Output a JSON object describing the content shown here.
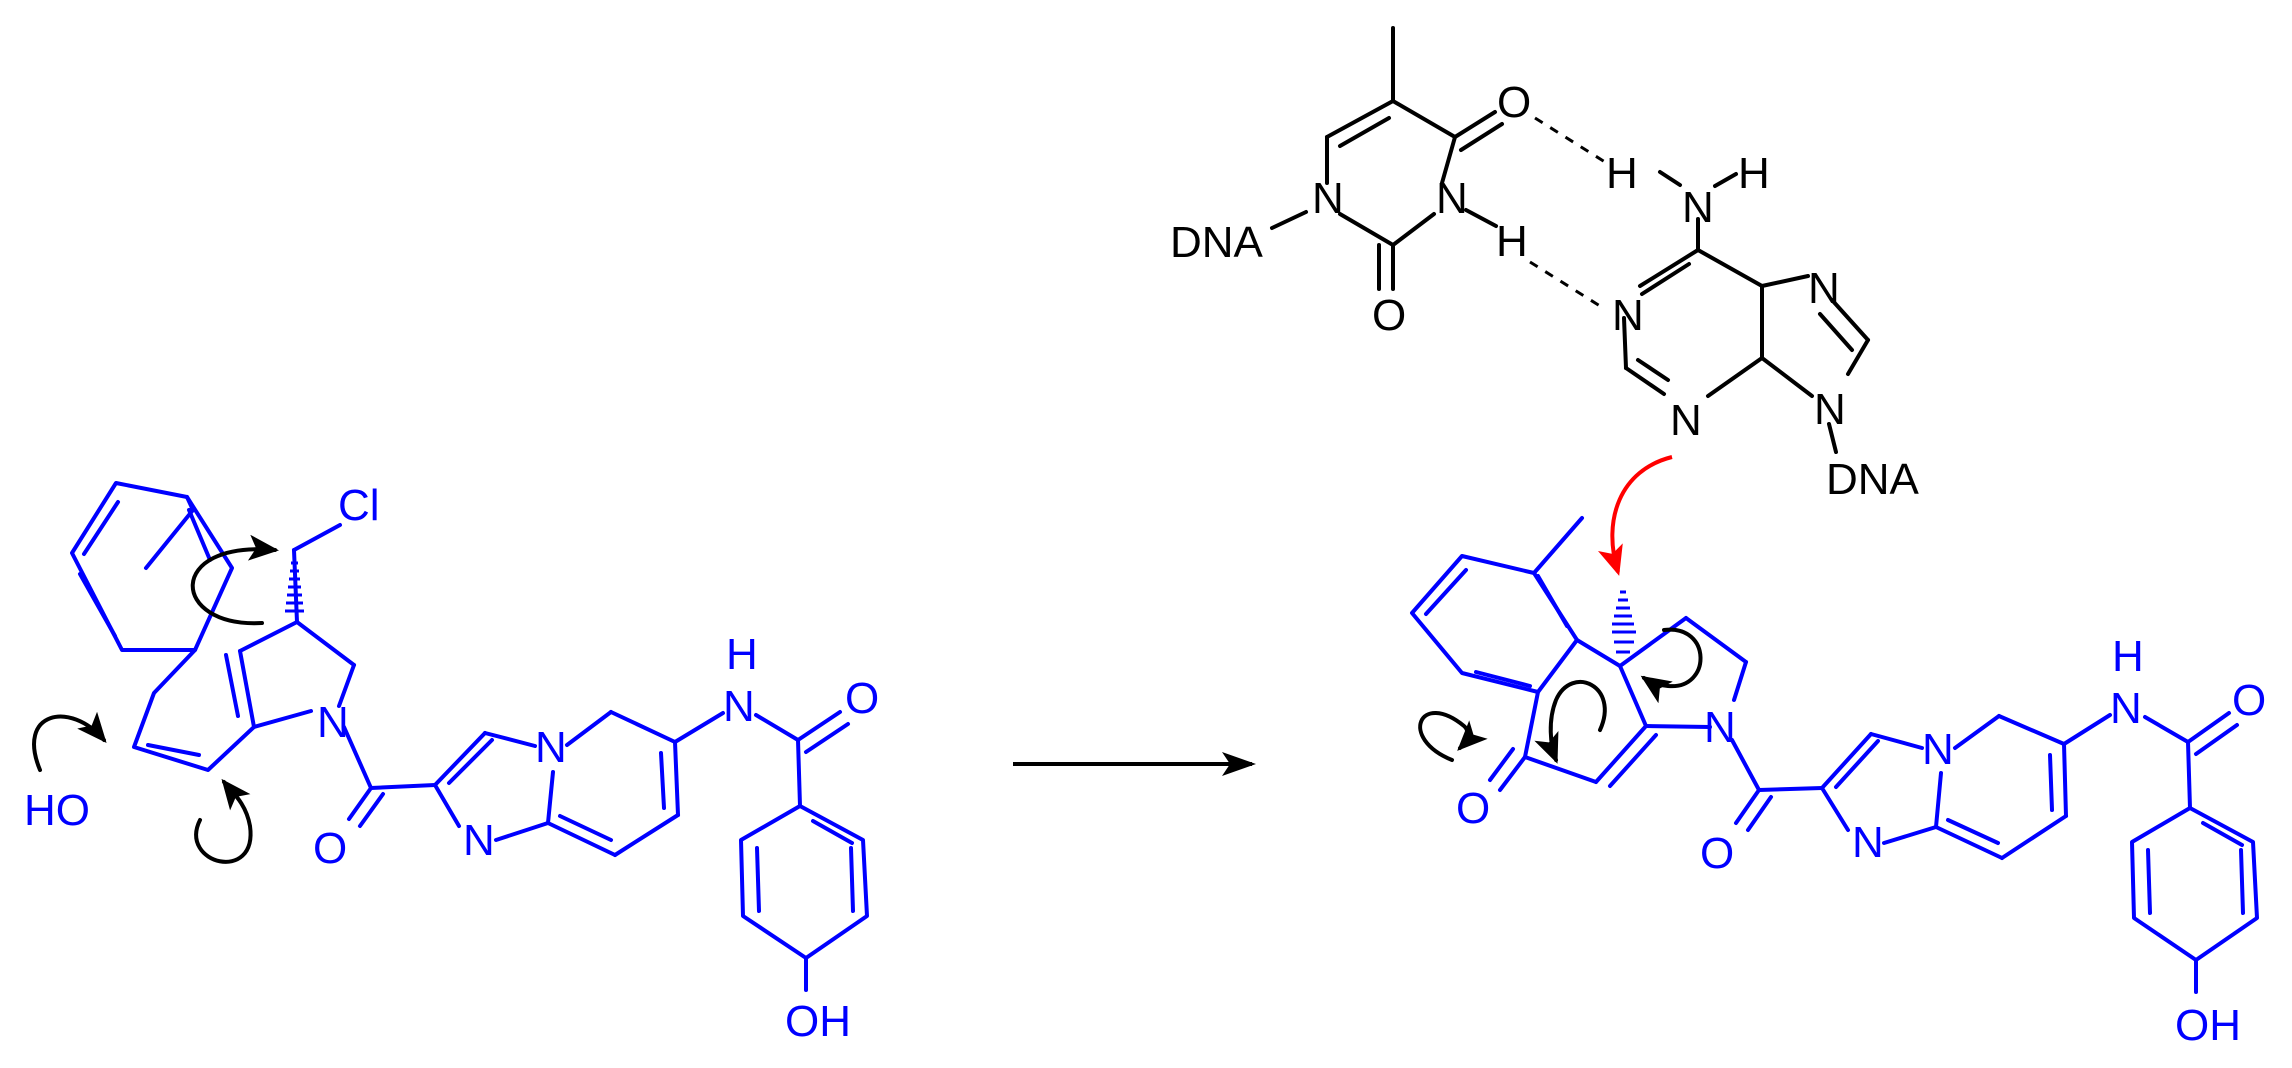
{
  "colors": {
    "molecule": "#0000ff",
    "dna": "#000000",
    "attack_arrow": "#ff0000"
  },
  "reactant": {
    "atoms": {
      "cl": "Cl",
      "n_ring": "N",
      "ho": "HO",
      "o_carbonyl": "O",
      "n_imid": "N",
      "n_bridge": "N",
      "n_amide": "N",
      "h_amide": "H",
      "o_amide": "O",
      "oh": "OH"
    }
  },
  "product": {
    "atoms": {
      "o_ketone": "O",
      "n_ring": "N",
      "o_carbonyl": "O",
      "n_imid": "N",
      "n_bridge": "N",
      "n_amide": "N",
      "h_amide": "H",
      "o_amide": "O",
      "oh": "OH"
    }
  },
  "thymine": {
    "atoms": {
      "dna": "DNA",
      "n1": "N",
      "n3": "N",
      "h3": "H",
      "o2": "O",
      "o4": "O"
    }
  },
  "adenine": {
    "atoms": {
      "nh_h1": "H",
      "nh_n": "N",
      "nh_h2": "H",
      "n1": "N",
      "n3": "N",
      "n7": "N",
      "n9": "N",
      "dna": "DNA"
    }
  }
}
